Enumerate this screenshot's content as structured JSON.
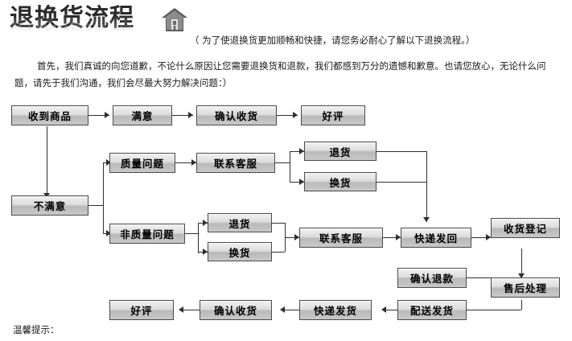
{
  "header": {
    "title": "退换货流程",
    "icon": "house-icon",
    "subtitle": "（ 为了使退换货更加顺畅和快捷，请您务必耐心了解以下退换流程。）",
    "intro": "首先，我们真诚的向您道歉，不论什么原因让您需要退换货和退款，我们都感到万分的遗憾和歉意。也请您放心，无论什么问题，请先于我们沟通，我们会尽最大努力解决问题：）"
  },
  "footer": {
    "note": "温馨提示："
  },
  "colors": {
    "box_border": "#4a4a4a",
    "box_fill_top": "#f2f2f2",
    "box_fill_bottom": "#b9b9b9",
    "line": "#2f2f2f",
    "title": "#2b2b2b"
  },
  "flow": {
    "nodes": [
      {
        "id": "n1",
        "label": "收到商品"
      },
      {
        "id": "n2",
        "label": "满意"
      },
      {
        "id": "n3",
        "label": "确认收货"
      },
      {
        "id": "n4",
        "label": "好评"
      },
      {
        "id": "n5",
        "label": "质量问题"
      },
      {
        "id": "n6",
        "label": "联系客服"
      },
      {
        "id": "n7",
        "label": "退货"
      },
      {
        "id": "n8",
        "label": "换货"
      },
      {
        "id": "n9",
        "label": "不满意"
      },
      {
        "id": "n10",
        "label": "非质量问题"
      },
      {
        "id": "n11",
        "label": "退货"
      },
      {
        "id": "n12",
        "label": "换货"
      },
      {
        "id": "n13",
        "label": "联系客服"
      },
      {
        "id": "n14",
        "label": "快递发回"
      },
      {
        "id": "n15",
        "label": "收货登记"
      },
      {
        "id": "n16",
        "label": "确认退款"
      },
      {
        "id": "n17",
        "label": "售后处理"
      },
      {
        "id": "n18",
        "label": "配送发货"
      },
      {
        "id": "n19",
        "label": "快递发货"
      },
      {
        "id": "n20",
        "label": "确认收货"
      },
      {
        "id": "n21",
        "label": "好评"
      }
    ]
  }
}
